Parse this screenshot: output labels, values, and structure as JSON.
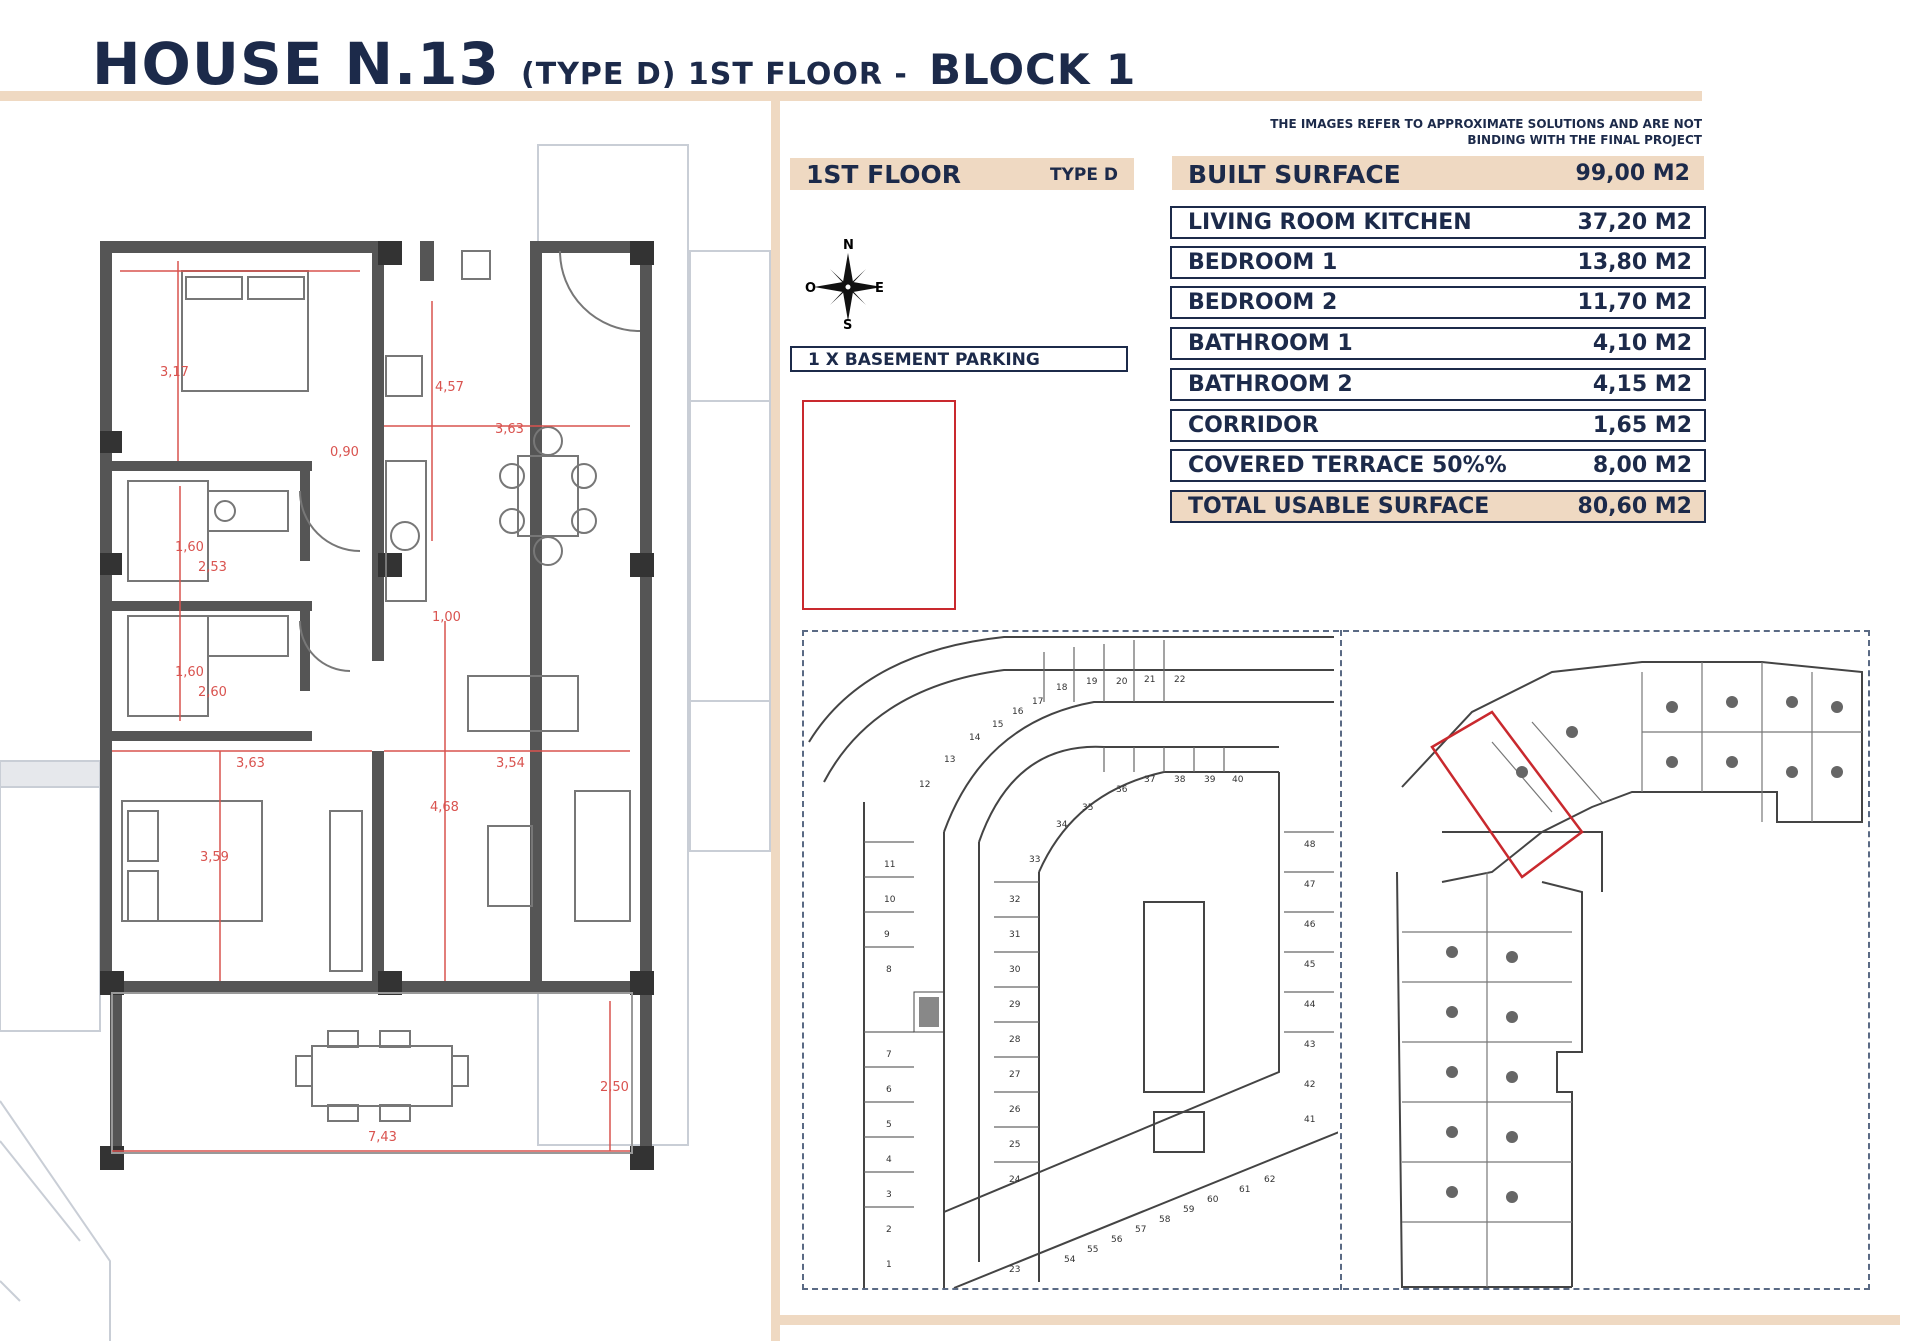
{
  "title": {
    "house": "HOUSE N.13",
    "subtitle": "(TYPE D) 1ST FLOOR -",
    "block": "BLOCK 1"
  },
  "disclaimer": {
    "line1": "THE IMAGES REFER TO APPROXIMATE SOLUTIONS AND ARE NOT",
    "line2": "BINDING WITH THE FINAL PROJECT"
  },
  "floor": {
    "label": "1ST FLOOR",
    "type": "TYPE D"
  },
  "compass": {
    "n": "N",
    "s": "S",
    "e": "E",
    "o": "O"
  },
  "parking": "1 X BASEMENT PARKING",
  "surfaces": {
    "built": {
      "label": "BUILT SURFACE",
      "value": "99,00 M2"
    },
    "rows": [
      {
        "label": "LIVING ROOM KITCHEN",
        "value": "37,20 M2"
      },
      {
        "label": "BEDROOM 1",
        "value": "13,80 M2"
      },
      {
        "label": "BEDROOM 2",
        "value": "11,70 M2"
      },
      {
        "label": "BATHROOM 1",
        "value": "4,10 M2"
      },
      {
        "label": "BATHROOM 2",
        "value": "4,15 M2"
      },
      {
        "label": "CORRIDOR",
        "value": "1,65 M2"
      },
      {
        "label": "COVERED TERRACE 50%%",
        "value": "8,00 M2"
      },
      {
        "label": "TOTAL USABLE SURFACE",
        "value": "80,60 M2"
      }
    ]
  },
  "dimensions": [
    "3,17",
    "4,57",
    "3,63",
    "0,90",
    "1,60",
    "2,53",
    "1,00",
    "1,60",
    "2,60",
    "3,63",
    "3,54",
    "4,68",
    "3,59",
    "2,50",
    "7,43"
  ],
  "parking_numbers": [
    "12",
    "13",
    "14",
    "15",
    "16",
    "17",
    "18",
    "19",
    "20",
    "21",
    "22",
    "33",
    "34",
    "35",
    "36",
    "37",
    "38",
    "39",
    "40",
    "11",
    "10",
    "9",
    "8",
    "7",
    "6",
    "5",
    "4",
    "3",
    "2",
    "1",
    "32",
    "31",
    "30",
    "29",
    "28",
    "27",
    "26",
    "25",
    "24",
    "23",
    "54",
    "55",
    "56",
    "57",
    "58",
    "59",
    "60",
    "61",
    "62",
    "48",
    "47",
    "46",
    "45",
    "44",
    "43",
    "42",
    "41"
  ],
  "colors": {
    "navy": "#1c2a4a",
    "sand": "#efd9c2",
    "dim": "#d9534f",
    "highlight": "#c9292e"
  }
}
